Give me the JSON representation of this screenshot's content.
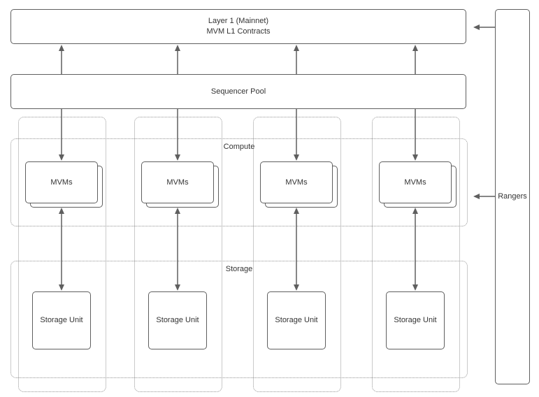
{
  "diagram": {
    "layer1": {
      "line1": "Layer 1 (Mainnet)",
      "line2": "MVM L1 Contracts"
    },
    "sequencer_pool": {
      "label": "Sequencer Pool"
    },
    "rangers": {
      "label": "Rangers"
    },
    "groups": {
      "compute": {
        "label": "Compute"
      },
      "storage": {
        "label": "Storage"
      }
    },
    "columns": [
      {
        "mvm_label": "MVMs",
        "storage_label": "Storage Unit"
      },
      {
        "mvm_label": "MVMs",
        "storage_label": "Storage Unit"
      },
      {
        "mvm_label": "MVMs",
        "storage_label": "Storage Unit"
      },
      {
        "mvm_label": "MVMs",
        "storage_label": "Storage Unit"
      }
    ],
    "colors": {
      "solid_border": "#5f5f5f",
      "dotted_border": "#949494",
      "text": "#333333",
      "background": "#ffffff"
    }
  }
}
